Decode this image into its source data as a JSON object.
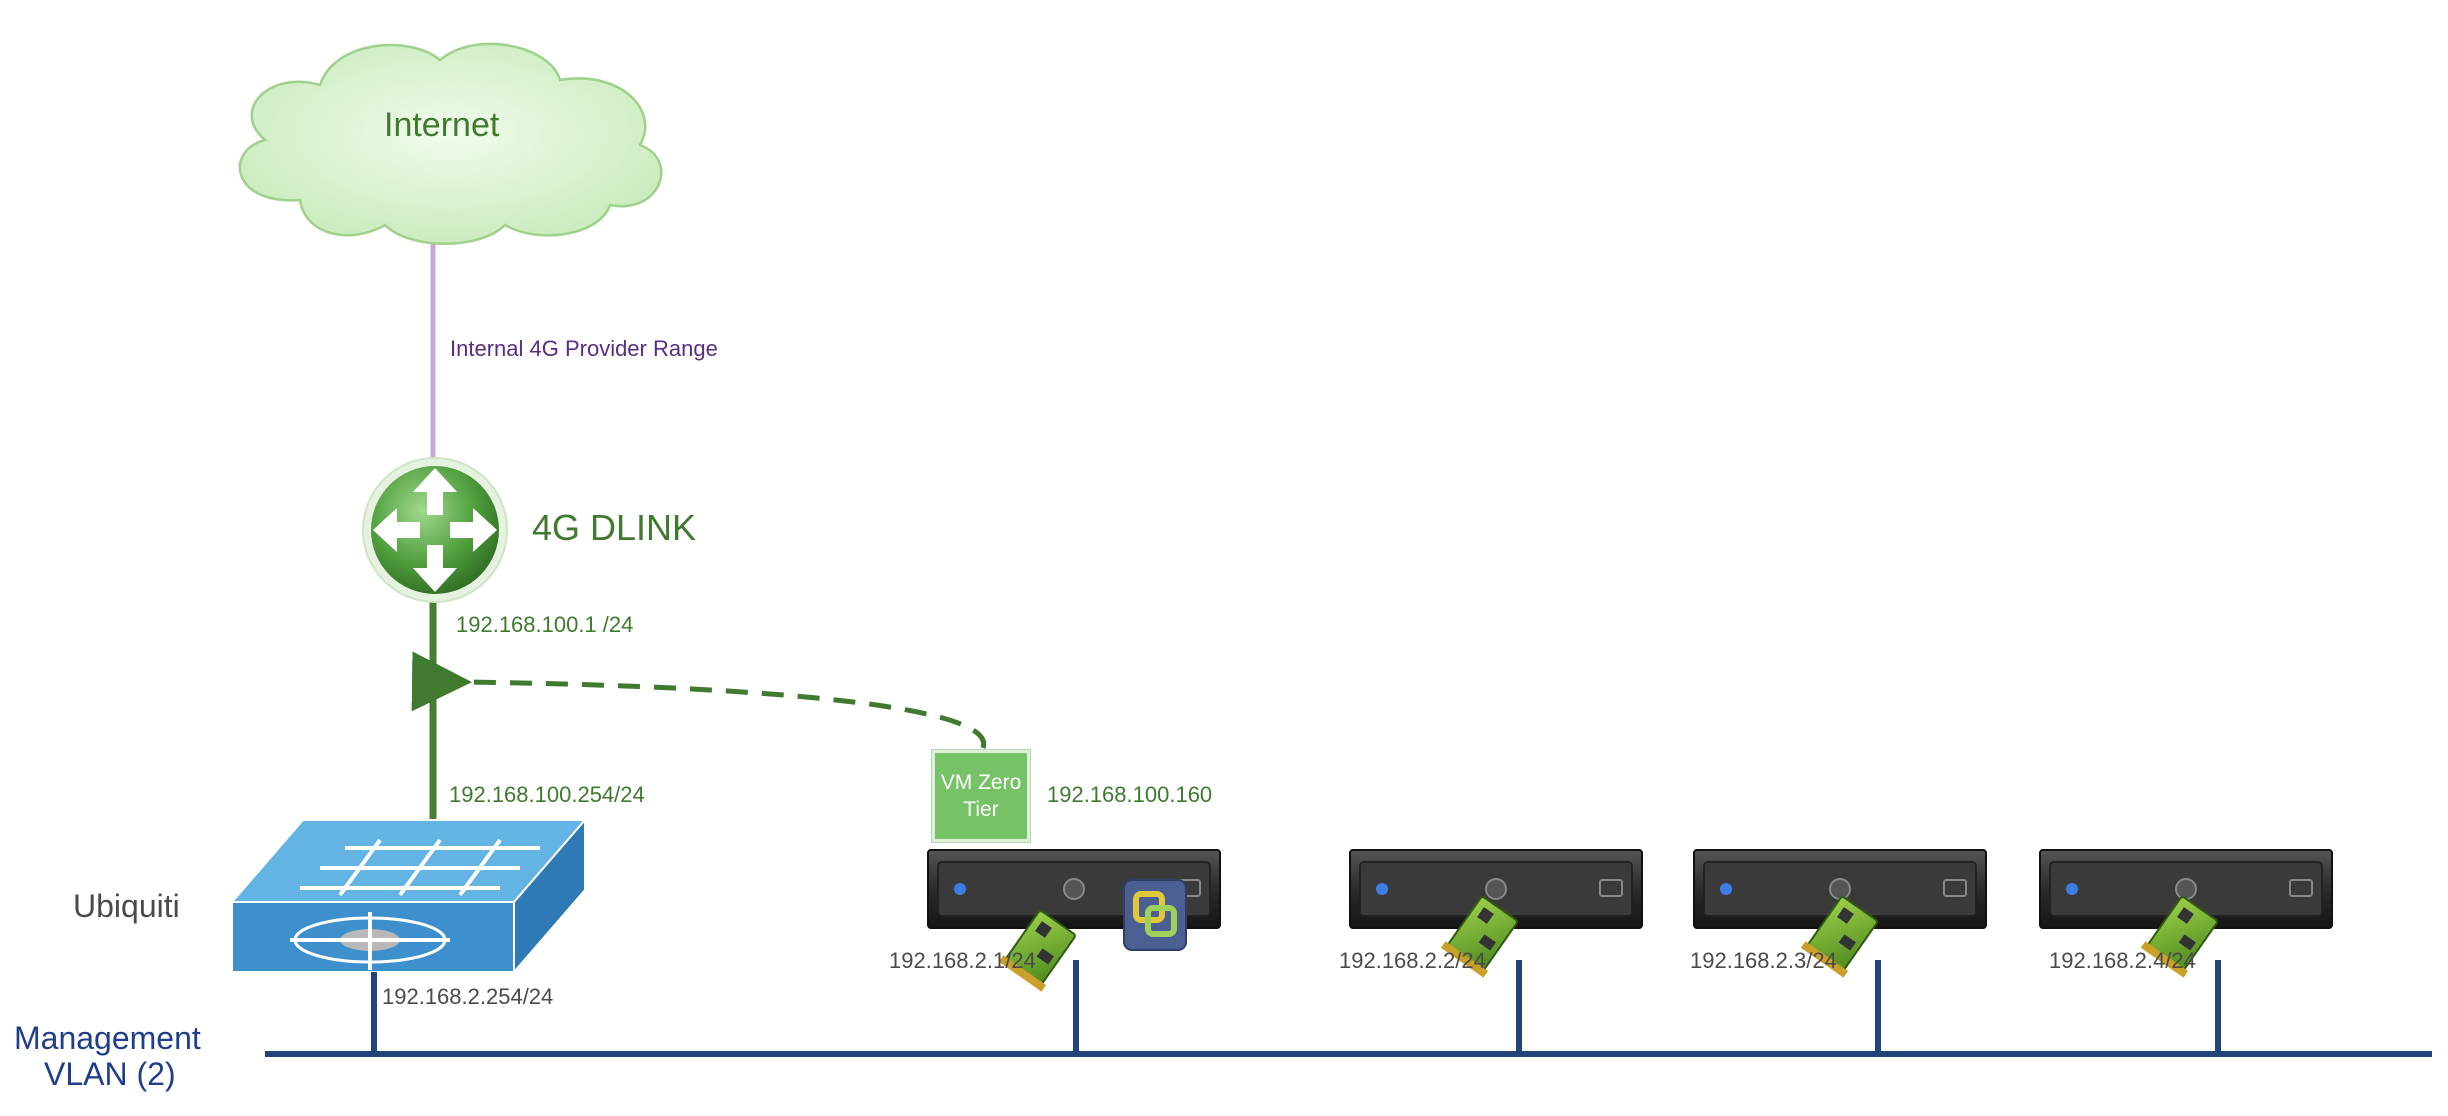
{
  "cloud": {
    "label": "Internet"
  },
  "wan_link": {
    "label": "Internal 4G Provider Range"
  },
  "router": {
    "label": "4G DLINK",
    "lan_ip": "192.168.100.1 /24"
  },
  "switch": {
    "label": "Ubiquiti",
    "uplink_ip": "192.168.100.254/24",
    "mgmt_ip": "192.168.2.254/24"
  },
  "vm": {
    "label": "VM Zero Tier",
    "ip": "192.168.100.160"
  },
  "hosts": [
    {
      "ip": "192.168.2.1/24"
    },
    {
      "ip": "192.168.2.2/24"
    },
    {
      "ip": "192.168.2.3/24"
    },
    {
      "ip": "192.168.2.4/24"
    }
  ],
  "vlan": {
    "label_line1": "Management",
    "label_line2": "VLAN (2)"
  },
  "colors": {
    "vlan_bus": "#22447a",
    "uplink": "#4a7d34",
    "wan": "#c9a6d8",
    "cloud_fill": "#d9f2cf",
    "switch_top": "#5eb0e0",
    "switch_front": "#3c8fcb",
    "router": "#4d9a3c"
  },
  "icons": [
    "cloud-icon",
    "router-icon",
    "switch-icon",
    "server-icon",
    "nic-icon",
    "vsphere-icon"
  ]
}
